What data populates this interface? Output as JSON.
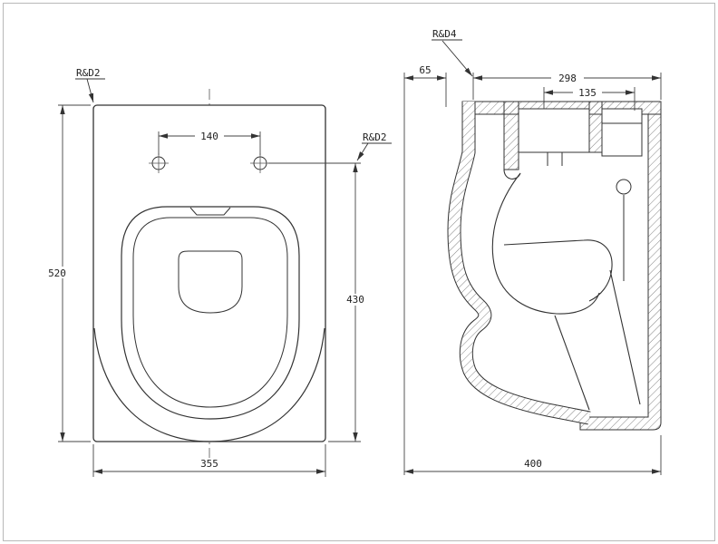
{
  "drawing": {
    "left_view": {
      "callout_top_left": "R&D2",
      "callout_right": "R&D2",
      "dim_hole_spacing": "140",
      "dim_depth": "520",
      "dim_height": "430",
      "dim_width": "355"
    },
    "right_view": {
      "callout_top": "R&D4",
      "dim_wall_offset": "65",
      "dim_upper_depth": "298",
      "dim_inner_width": "135",
      "dim_overall_depth": "400"
    }
  }
}
